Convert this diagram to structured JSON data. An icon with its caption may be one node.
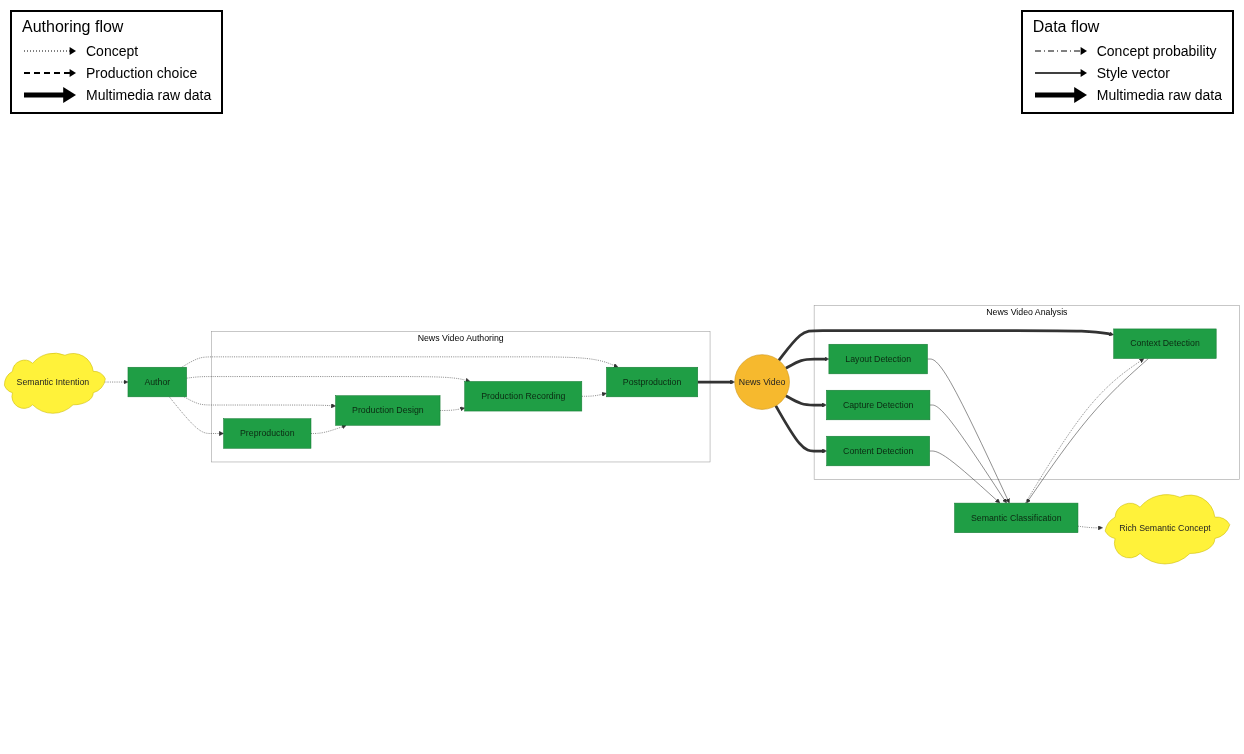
{
  "diagram": {
    "nodes": [
      {
        "text": [
          "Semantic Intention"
        ]
      },
      {
        "text": [
          "Author"
        ]
      },
      {
        "text": [
          "News Video Authoring"
        ]
      },
      {
        "text": [
          "Postproduction"
        ],
        "in": 2
      },
      {
        "text": [
          "Production Recording"
        ],
        "in": 2
      },
      {
        "text": [
          "Production Design"
        ],
        "in": 2
      },
      {
        "text": [
          "Preproduction"
        ],
        "in": 2
      },
      {
        "text": [
          "News Video"
        ]
      },
      {
        "text": [
          "News Video Analysis"
        ]
      },
      {
        "text": [
          "Layout Detection"
        ],
        "in": 8
      },
      {
        "text": [
          "Capture Detection"
        ],
        "in": 8
      },
      {
        "text": [
          "Content Detection"
        ],
        "in": 8
      },
      {
        "text": [
          "Context Detection"
        ],
        "in": 8
      },
      {
        "text": [
          "Semantic Classification"
        ]
      },
      {
        "text": [
          "Rich Semantic Concept"
        ]
      }
    ],
    "edges": [
      {
        "from": 0,
        "to": 1,
        "arrow": "to",
        "style": "dashed"
      },
      {
        "from": 1,
        "to": 3,
        "arrow": "to",
        "style": "dashed"
      },
      {
        "from": 1,
        "to": 4,
        "arrow": "to",
        "style": "dashed"
      },
      {
        "from": 1,
        "to": 5,
        "arrow": "to",
        "style": "dashed"
      },
      {
        "from": 1,
        "to": 6,
        "arrow": "to",
        "style": "dashed"
      },
      {
        "from": 6,
        "to": 5,
        "arrow": "to",
        "style": "dashed"
      },
      {
        "from": 5,
        "to": 4,
        "arrow": "to",
        "style": "dashed"
      },
      {
        "from": 4,
        "to": 3,
        "arrow": "to",
        "style": "dashed"
      },
      {
        "from": 3,
        "to": 7,
        "arrow": "to",
        "style": "thick"
      },
      {
        "from": 7,
        "to": 9,
        "arrow": "to",
        "style": "thick"
      },
      {
        "from": 7,
        "to": 10,
        "arrow": "to",
        "style": "thick"
      },
      {
        "from": 7,
        "to": 11,
        "arrow": "to",
        "style": "thick"
      },
      {
        "from": 7,
        "to": 12,
        "arrow": "to",
        "style": "thick"
      },
      {
        "from": 9,
        "to": 13,
        "arrow": "to"
      },
      {
        "from": 10,
        "to": 13,
        "arrow": "to"
      },
      {
        "from": 11,
        "to": 13,
        "arrow": "to"
      },
      {
        "from": 12,
        "to": 13,
        "arrow": "to"
      },
      {
        "from": 13,
        "to": 14,
        "arrow": "to",
        "style": "dashed"
      },
      {
        "from": 13,
        "to": 12,
        "arrow": "to",
        "style": "dashed"
      }
    ],
    "labels": [
      "Authoring flow",
      "Data flow"
    ],
    "legend": [
      {
        "text": "Concept"
      },
      {
        "text": "Production choice"
      },
      {
        "text": "Multimedia raw data"
      },
      {
        "text": "Concept probability"
      },
      {
        "text": "Style vector"
      },
      {
        "text": "Multimedia raw data"
      }
    ]
  }
}
